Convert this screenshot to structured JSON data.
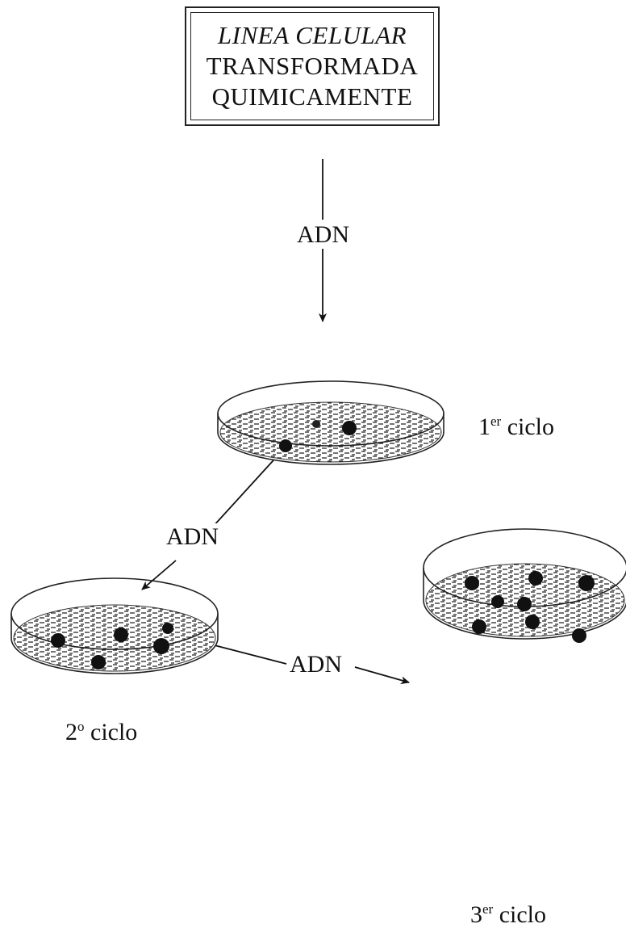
{
  "title_lines": [
    "LINEA CELULAR",
    "TRANSFORMADA",
    "QUIMICAMENTE"
  ],
  "arrow_labels": {
    "a1": "ADN",
    "a2": "ADN",
    "a3": "ADN"
  },
  "cycles": [
    {
      "num": "1",
      "sup": "er",
      "word": "ciclo"
    },
    {
      "num": "2",
      "sup": "o",
      "word": "ciclo"
    },
    {
      "num": "3",
      "sup": "er",
      "word": "ciclo"
    }
  ]
}
